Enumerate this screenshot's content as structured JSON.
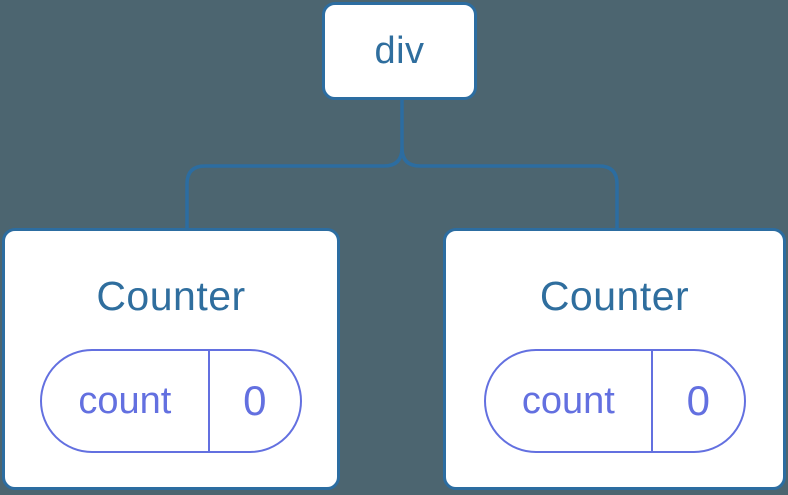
{
  "theme": {
    "bg": "#4C6570",
    "card_bg": "#FFFFFF",
    "line_blue": "#2C6DA1",
    "node_text": "#2F6E9E",
    "indigo": "#6370E0"
  },
  "diagram": {
    "type": "component-tree",
    "root": {
      "label": "div"
    },
    "counters": [
      {
        "title": "Counter",
        "state": {
          "key": "count",
          "value": "0"
        }
      },
      {
        "title": "Counter",
        "state": {
          "key": "count",
          "value": "0"
        }
      }
    ]
  }
}
